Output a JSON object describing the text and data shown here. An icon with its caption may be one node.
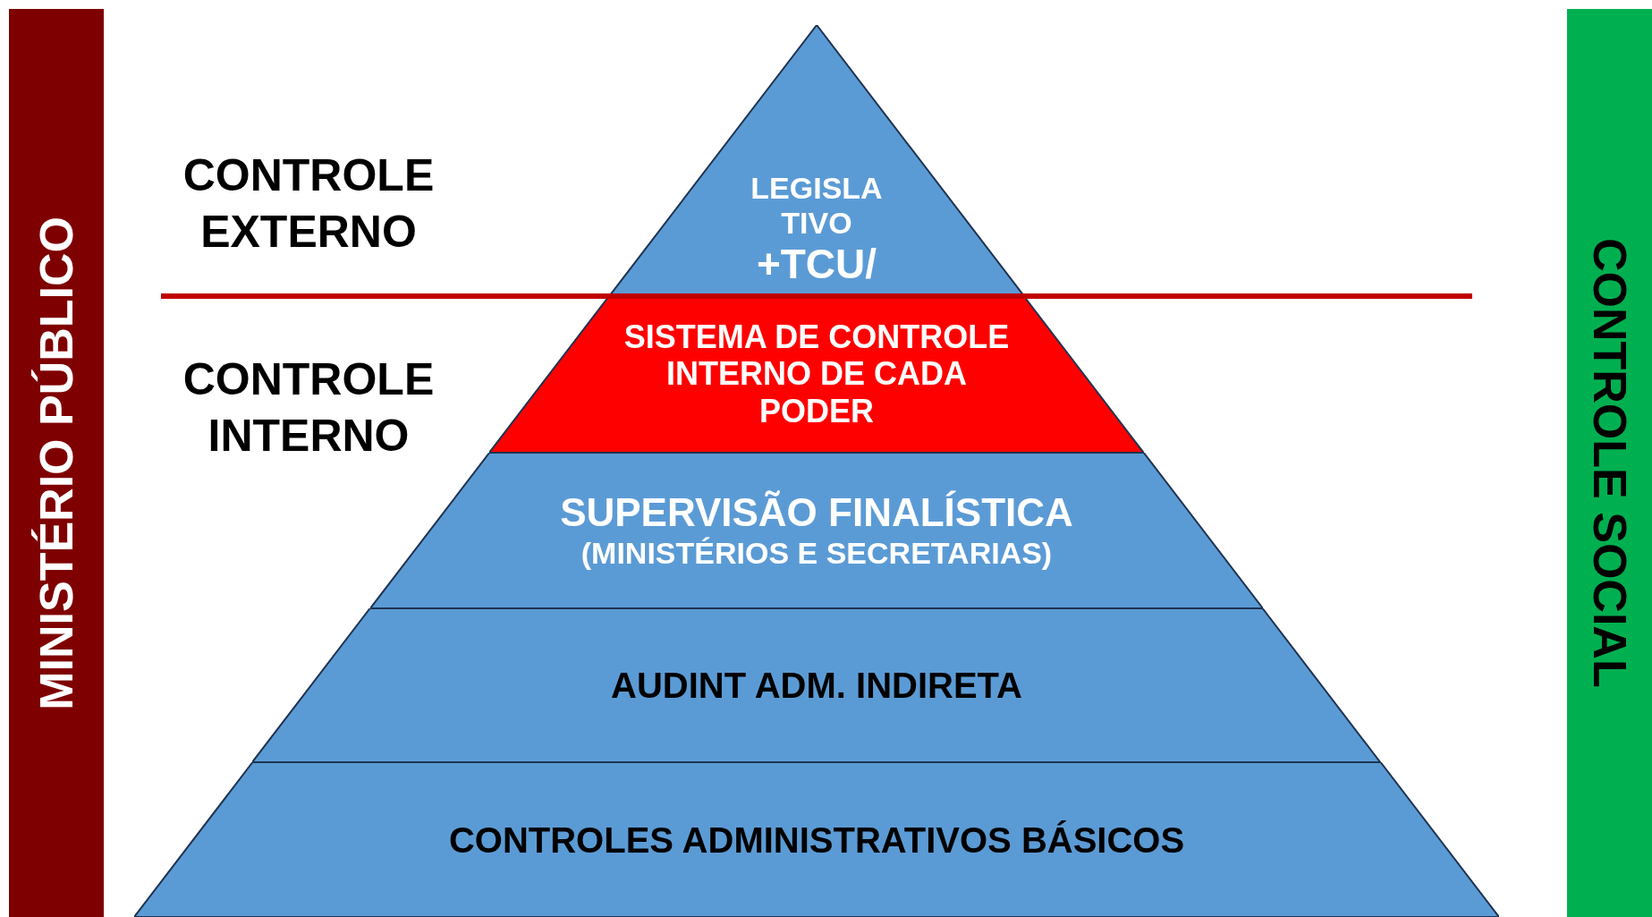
{
  "diagram": {
    "nodes": [
      {
        "text": [
          "MINISTÉRIO PÚBLICO"
        ]
      },
      {
        "text": [
          "LEGISLA TIVO",
          "+TCU/"
        ]
      },
      {
        "text": [
          "SISTEMA DE CONTROLE INTERNO DE CADA PODER"
        ]
      },
      {
        "text": [
          "SUPERVISÃO FINALÍSTICA",
          "(MINISTÉRIOS E SECRETARIAS)"
        ]
      },
      {
        "text": [
          "AUDINT ADM. INDIRETA"
        ]
      },
      {
        "text": [
          "CONTROLES ADMINISTRATIVOS BÁSICOS"
        ]
      },
      {
        "text": [
          "CONTROLE SOCIAL"
        ]
      }
    ],
    "labels": [
      "CONTROLE EXTERNO",
      "CONTROLE INTERNO"
    ]
  }
}
